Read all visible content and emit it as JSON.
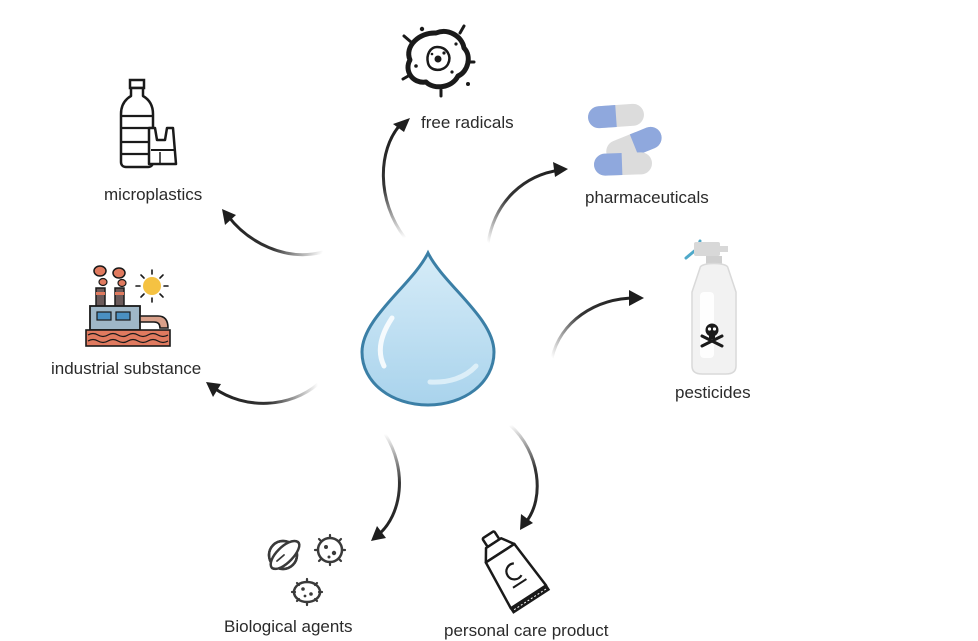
{
  "center": {
    "icon": "water-drop-icon",
    "fill": "#bfe0f3",
    "stroke": "#3b7fa6"
  },
  "contaminants": [
    {
      "id": "free-radicals",
      "label": "free radicals",
      "icon": "free-radical-icon"
    },
    {
      "id": "pharmaceuticals",
      "label": "pharmaceuticals",
      "icon": "pills-icon"
    },
    {
      "id": "pesticides",
      "label": "pesticides",
      "icon": "pesticide-spray-bottle-icon"
    },
    {
      "id": "personal-care-product",
      "label": "personal care product",
      "icon": "cream-tube-icon"
    },
    {
      "id": "biological-agents",
      "label": "Biological agents",
      "icon": "bacteria-icon"
    },
    {
      "id": "industrial-substance",
      "label": "industrial substance",
      "icon": "factory-icon"
    },
    {
      "id": "microplastics",
      "label": "microplastics",
      "icon": "plastic-bottle-bag-icon"
    }
  ],
  "colors": {
    "arrow": "#1e1e1e",
    "pill_blue": "#8fa8dd",
    "pill_grey": "#dcdcdc",
    "factory_red": "#e07a5f",
    "water_blue": "#7ab8d9",
    "sun_yellow": "#f5c242",
    "spray_teal": "#4fa9c9"
  }
}
